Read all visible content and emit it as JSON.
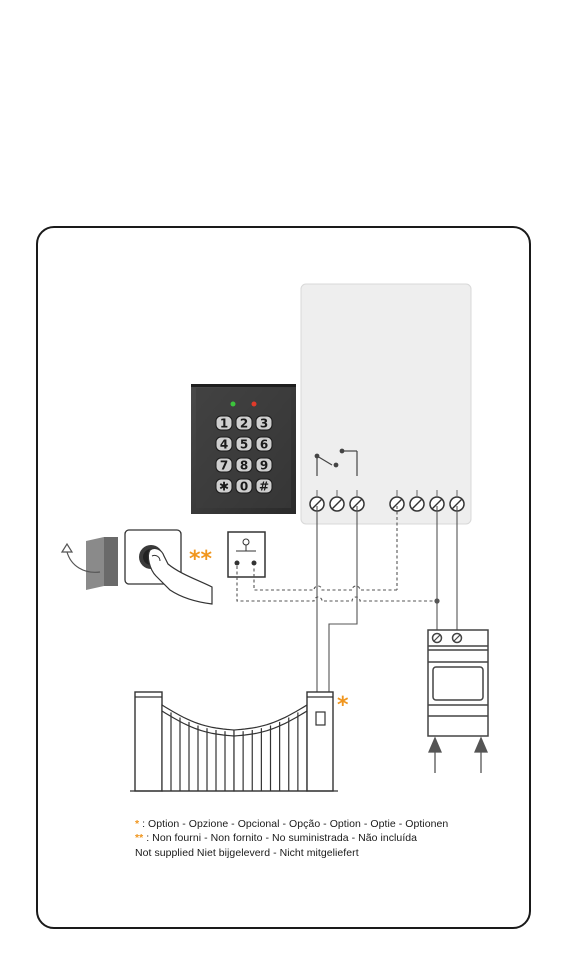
{
  "keypad": {
    "keys": [
      "1",
      "2",
      "3",
      "4",
      "5",
      "6",
      "7",
      "8",
      "9",
      "✱",
      "0",
      "#"
    ],
    "led_colors": [
      "#3cc43c",
      "#e03a2a"
    ]
  },
  "markers": {
    "optional": "*",
    "not_supplied": "**"
  },
  "legend": {
    "line1_star": "*",
    "line1_text": " : Option - Opzione - Opcional - Opção - Option - Optie - Optionen",
    "line2_star": "**",
    "line2_text": " :  Non fourni - Non fornito - No suministrada - Não incluída",
    "line3_text": "Not supplied Niet bijgeleverd - Nicht mitgeliefert"
  },
  "colors": {
    "accent": "#f0961e",
    "control_box": "#eeeeee",
    "keypad_body": "#3a3a3a"
  }
}
